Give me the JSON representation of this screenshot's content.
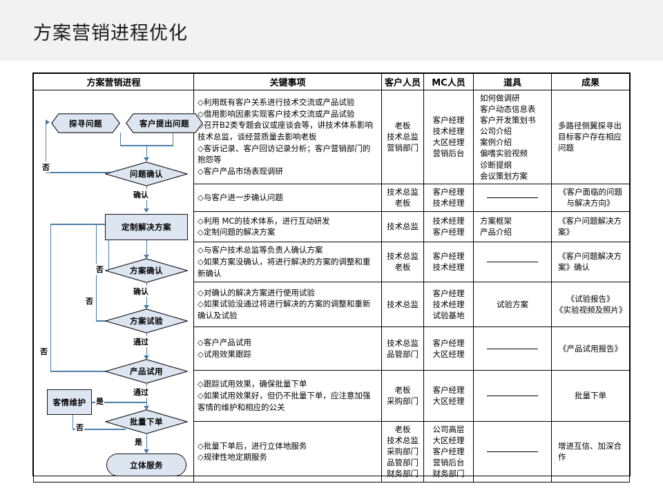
{
  "title": "方案营销进程优化",
  "table": {
    "headers": [
      "方案营销进程",
      "关键事项",
      "客户人员",
      "MC人员",
      "道具",
      "成果"
    ],
    "rows": [
      {
        "key": [
          "◇利用既有客户关系进行技术交流或产品试验",
          "◇借用影响因素实现客户技术交流或产品试验",
          "◇召开B2类专题会议或座谈会等，讲技术体系影响技术总监，谈经营质量去影响老板",
          "◇客诉记录、客户回访记录分析；客户营销部门的抱怨等",
          "◇客户产品市场表现调研"
        ],
        "customer": [
          "老板",
          "技术总监",
          "营销部门"
        ],
        "mc": [
          "客户经理",
          "技术经理",
          "大区经理",
          "营销后台"
        ],
        "tools": [
          "如何做调研",
          "客户动态信息表",
          "客户开发策划书",
          "公司介绍",
          "案例介绍",
          "偏嗜实验视频",
          "诊断提纲",
          "会议策划方案"
        ],
        "result": [
          "多路径侧翼探寻出目标客户存在相应问题"
        ]
      },
      {
        "key": [
          "◇与客户进一步确认问题"
        ],
        "customer": [
          "技术总监",
          "老板"
        ],
        "mc": [
          "客户经理",
          "技术经理"
        ],
        "tools": [
          "—"
        ],
        "result": [
          "《客户面临的问题与解决方向》"
        ]
      },
      {
        "key": [
          "◇利用 MC的技术体系，进行互动研发",
          "◇定制问题的解决方案"
        ],
        "customer": [
          "技术总监"
        ],
        "mc": [
          "技术经理",
          "客户经理"
        ],
        "tools": [
          "方案框架",
          "产品介绍"
        ],
        "result": [
          "《客户问题解决方案》"
        ]
      },
      {
        "key": [
          "◇与客户技术总监等负责人确认方案",
          "◇如果方案没确认，将进行解决的方案的调整和重新确认"
        ],
        "customer": [
          "技术总监",
          "老板"
        ],
        "mc": [
          "客户经理",
          "技术经理"
        ],
        "tools": [
          "—"
        ],
        "result": [
          "《客户问题解决方案》确认"
        ]
      },
      {
        "key": [
          "◇对确认的解决方案进行使用试验",
          "◇如果试验没通过将进行解决的方案的调整和重新确认及试验"
        ],
        "customer": [
          "技术总监"
        ],
        "mc": [
          "客户经理",
          "技术经理",
          "试验基地"
        ],
        "tools": [
          "试验方案"
        ],
        "result": [
          "《试验报告》",
          "《实验视频及照片》"
        ]
      },
      {
        "key": [
          "◇客户产品试用",
          "◇试用效果跟踪"
        ],
        "customer": [
          "技术总监",
          "品管部门"
        ],
        "mc": [
          "客户经理",
          "大区经理"
        ],
        "tools": [
          "—"
        ],
        "result": [
          "《产品试用报告》"
        ]
      },
      {
        "key": [
          "◇跟踪试用效果，确保批量下单",
          "◇如果试用效果好，但仍不批量下单，应注意加强客情的维护和相应的公关"
        ],
        "customer": [
          "老板",
          "采购部门"
        ],
        "mc": [
          "客户经理",
          "大区经理"
        ],
        "tools": [
          "—"
        ],
        "result": [
          "批量下单"
        ]
      },
      {
        "key": [
          "◇批量下单后，进行立体地服务",
          "◇规律性地定期服务"
        ],
        "customer": [
          "老板",
          "技术总监",
          "采购部门",
          "品管部门",
          "财务部门"
        ],
        "mc": [
          "公司高层",
          "大区经理",
          "客户经理",
          "营销后台",
          "财务部门"
        ],
        "tools": [
          "—"
        ],
        "result": [
          "增进互信、加深合作"
        ]
      }
    ]
  },
  "flow": {
    "nodes": [
      {
        "id": "explore",
        "label": "探寻问题",
        "shape": "hexagon"
      },
      {
        "id": "customer-raise",
        "label": "客户提出问题",
        "shape": "hexagon"
      },
      {
        "id": "problem-confirm",
        "label": "问题确认",
        "shape": "diamond"
      },
      {
        "id": "custom-solution",
        "label": "定制解决方案",
        "shape": "rect"
      },
      {
        "id": "solution-confirm",
        "label": "方案确认",
        "shape": "diamond"
      },
      {
        "id": "solution-trial",
        "label": "方案试验",
        "shape": "diamond"
      },
      {
        "id": "product-trial",
        "label": "产品试用",
        "shape": "diamond"
      },
      {
        "id": "relation-maintain",
        "label": "客情维护",
        "shape": "rect"
      },
      {
        "id": "bulk-order",
        "label": "批量下单",
        "shape": "diamond"
      },
      {
        "id": "full-service",
        "label": "立体服务",
        "shape": "rounded"
      }
    ],
    "labels": {
      "no": "否",
      "confirm": "确认",
      "pass": "通过",
      "yes": "是"
    }
  },
  "colors": {
    "title_band": "#f2f2f2",
    "node_fill": "#dde5f0",
    "connector": "#4a7ba6",
    "border": "#000000"
  }
}
